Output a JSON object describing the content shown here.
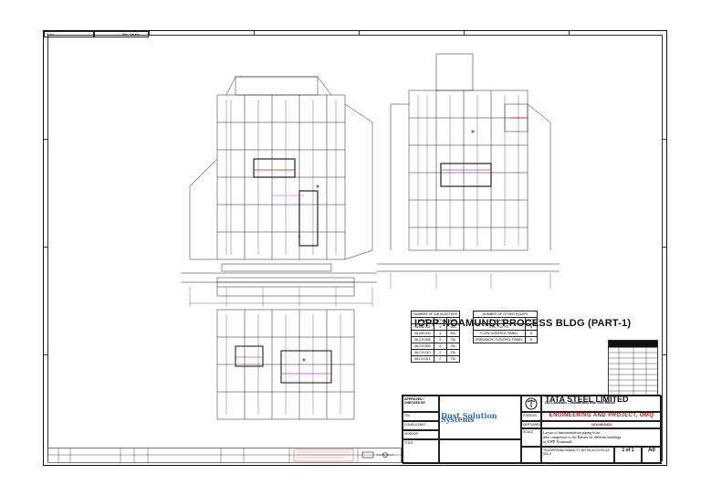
{
  "rev_strip": {
    "col1": "S.No.",
    "col2": "Rev. Details"
  },
  "title": "IOPP-NOAMUNDI PROCESS BLDG (PART-1)",
  "air_blasters": {
    "heading": "NUMBER OF AIR BLASTERS",
    "columns": [
      "NAME",
      "QTY.",
      "SIZE"
    ],
    "rows": [
      [
        "06-BN-002",
        "4",
        "50L"
      ],
      [
        "06-BN-003",
        "4",
        "50L"
      ],
      [
        "06-CH-008",
        "2",
        "75L"
      ],
      [
        "06-CH-009",
        "2",
        "75L"
      ],
      [
        "06-CH-010",
        "2",
        "75L"
      ],
      [
        "06-CH-011",
        "2",
        "75L"
      ]
    ]
  },
  "other_equips": {
    "heading": "NUMBER OF OTHER EQUIPS",
    "columns": [
      "NAME",
      "QTY."
    ],
    "rows": [
      [
        "FRL, PG, PS",
        "8"
      ],
      [
        "FLOW CONTROL PANEL",
        "6"
      ],
      [
        "PNEUMATIC CONTROL PANEL",
        "8"
      ]
    ]
  },
  "title_block": {
    "company": "TATA STEEL LIMITED",
    "company_sub": "OU Location – Noamundi Iron Ore Mines",
    "department": "ENGINEERING AND PROJECT, OMQ",
    "location": "NOAMUNDI",
    "logo_text": "Dust Solution Systems",
    "drawing_title_lines": [
      "Layout of instrumentation piping from",
      "inlet compressor to Air Blaster for different buildings",
      "of IOPP, Noamundi."
    ],
    "labels": {
      "approved": "APPROVED / CHECKED BY",
      "tsl": "TSL",
      "consultant": "CONSULTANT",
      "vendor": "VENDOR",
      "title": "TITLE",
      "station": "STATION",
      "dept": "DEPT/AREA",
      "scale": "SCALE"
    },
    "drawing_no": "TSL/DPRSl/No.NOMA /TT-DR-05-00-02-02-02-002-0",
    "sheet": "1 of 1",
    "rev": "A0"
  }
}
